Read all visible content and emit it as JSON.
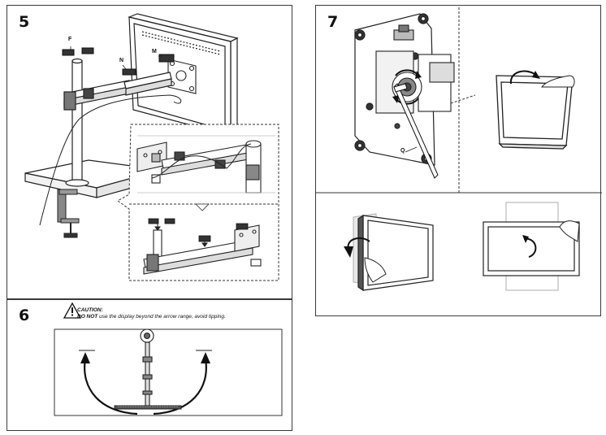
{
  "step5": {
    "number": "5",
    "labels": {
      "f": "F",
      "n": "N",
      "m": "M"
    }
  },
  "step6": {
    "number": "6",
    "caution_title": "CAUTION:",
    "caution_strong": "DO NOT",
    "caution_body": " use the display beyond the arrow range, avoid tipping."
  },
  "step7": {
    "number": "7",
    "label_q": "Q"
  },
  "icons": {
    "warning": "warning-triangle-icon",
    "rotate": "rotate-icon"
  }
}
